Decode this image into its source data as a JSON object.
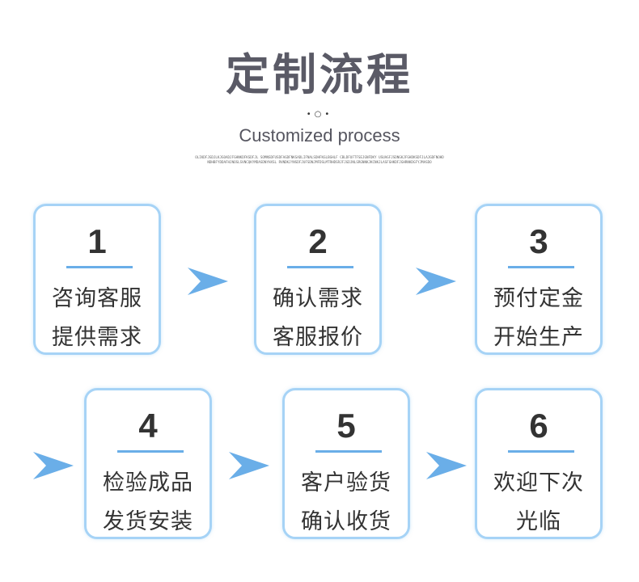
{
  "header": {
    "title": "定制流程",
    "dots": "•○•",
    "subtitle": "Customized process",
    "fine_print": "OLIKDFJGDJLKJGOADJFGHNKDFKSDFJL SOMNSDFUSDFAGDFNKSADLIFNALSDHFKGLBGHLF CBLDFUFTFSEJGNFDKY USUAGFJSDNGKJFGHDKSDFJLAJGDFNOHDNDHBFYDDAFHJNOSLSVNCQKYMDASDNYHXSL RVNDKJYNSDFJUFSDNJMFDSLMTRHDSRJFJGDJNLSRGNNKJKCNKJLASFGHKDFJGHRNKDGFYJMASDO"
  },
  "steps": [
    {
      "num": "1",
      "line1": "咨询客服",
      "line2": "提供需求"
    },
    {
      "num": "2",
      "line1": "确认需求",
      "line2": "客服报价"
    },
    {
      "num": "3",
      "line1": "预付定金",
      "line2": "开始生产"
    },
    {
      "num": "4",
      "line1": "检验成品",
      "line2": "发货安装"
    },
    {
      "num": "5",
      "line1": "客户验货",
      "line2": "确认收货"
    },
    {
      "num": "6",
      "line1": "欢迎下次",
      "line2": "光临"
    }
  ],
  "colors": {
    "card_border": "#a6d3f6",
    "accent": "#6aaee8",
    "title": "#5a5a66",
    "text": "#333333"
  }
}
